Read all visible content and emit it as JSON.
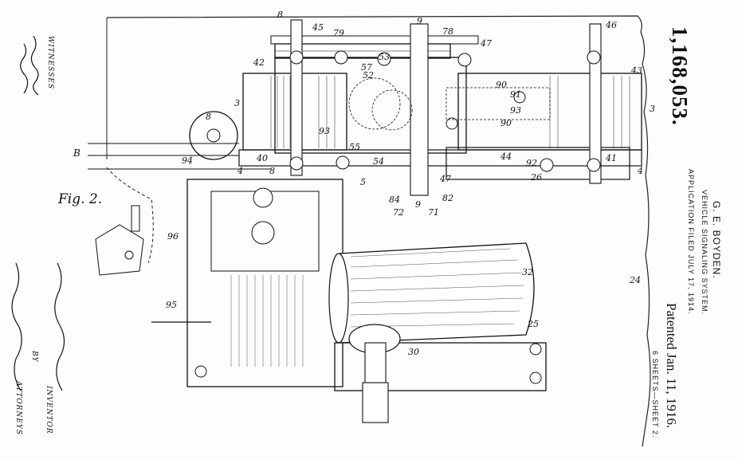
{
  "patent": {
    "number": "1,168,053.",
    "inventor_name": "G. E. BOYDEN.",
    "title": "VEHICLE SIGNALING SYSTEM.",
    "application": "APPLICATION FILED JULY 17, 1914.",
    "patented": "Patented Jan. 11, 1916.",
    "sheets": "6 SHEETS—SHEET 2."
  },
  "left_margin": {
    "witnesses_label": "WITNESSES",
    "inventor_label": "INVENTOR",
    "by_label": "BY",
    "attorneys_label": "ATTORNEYS"
  },
  "figure": {
    "label": "Fig. 2.",
    "refs": [
      "8",
      "45",
      "79",
      "9",
      "78",
      "47",
      "46",
      "42",
      "53",
      "43",
      "3",
      "57",
      "52",
      "90",
      "91",
      "93",
      "8",
      "93",
      "90",
      "94",
      "40",
      "55",
      "44",
      "92",
      "41",
      "4",
      "4",
      "8",
      "54",
      "47",
      "26",
      "5",
      "84",
      "72",
      "9",
      "71",
      "82",
      "96",
      "32",
      "95",
      "25",
      "24",
      "30",
      "B"
    ]
  }
}
